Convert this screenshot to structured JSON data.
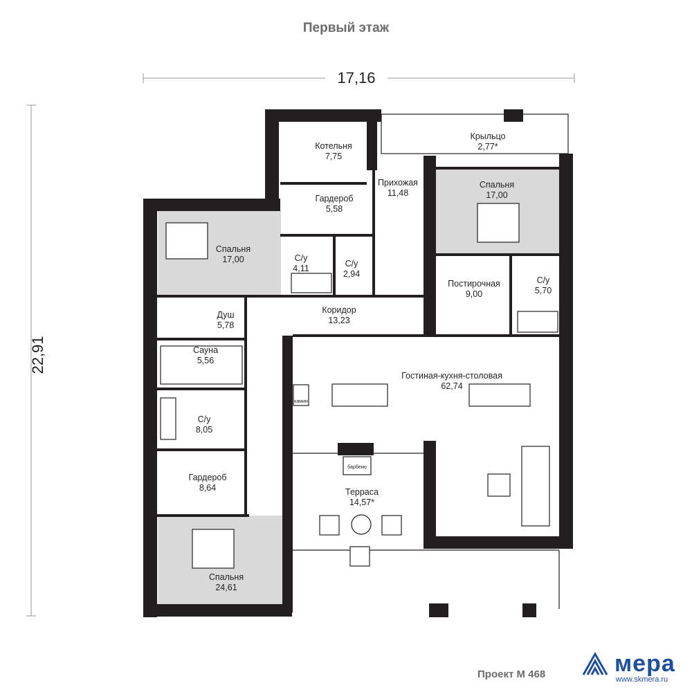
{
  "header": {
    "title": "Первый этаж"
  },
  "dimensions": {
    "width": "17,16",
    "height": "22,91"
  },
  "rooms": [
    {
      "name": "Котельня",
      "area": "7,75"
    },
    {
      "name": "Крыльцо",
      "area": "2,77*"
    },
    {
      "name": "Прихожая",
      "area": "11,48"
    },
    {
      "name": "Гардероб",
      "area": "5,58"
    },
    {
      "name": "Спальня",
      "area": "17,00"
    },
    {
      "name": "Спальня",
      "area": "17,00"
    },
    {
      "name": "С/у",
      "area": "4,11"
    },
    {
      "name": "С/у",
      "area": "2,94"
    },
    {
      "name": "Постирочная",
      "area": "9,00"
    },
    {
      "name": "С/у",
      "area": "5,70"
    },
    {
      "name": "Коридор",
      "area": "13,23"
    },
    {
      "name": "Душ",
      "area": "5,78"
    },
    {
      "name": "Сауна",
      "area": "5,56"
    },
    {
      "name": "Гостиная-кухня-столовая",
      "area": "62,74"
    },
    {
      "name": "С/у",
      "area": "8,05"
    },
    {
      "name": "Гардероб",
      "area": "8,64"
    },
    {
      "name": "Терраса",
      "area": "14,57*"
    },
    {
      "name": "Спальня",
      "area": "24,61"
    }
  ],
  "fixtures": {
    "fireplace": "камин",
    "bbq": "барбекю"
  },
  "footer": {
    "project": "Проект М 468",
    "brand": "мера",
    "site": "www.skmera.ru",
    "brand_color": "#1f4e9c"
  },
  "colors": {
    "wall": "#231f20",
    "bedroom_fill": "#d9d9d9",
    "line": "#231f20"
  }
}
